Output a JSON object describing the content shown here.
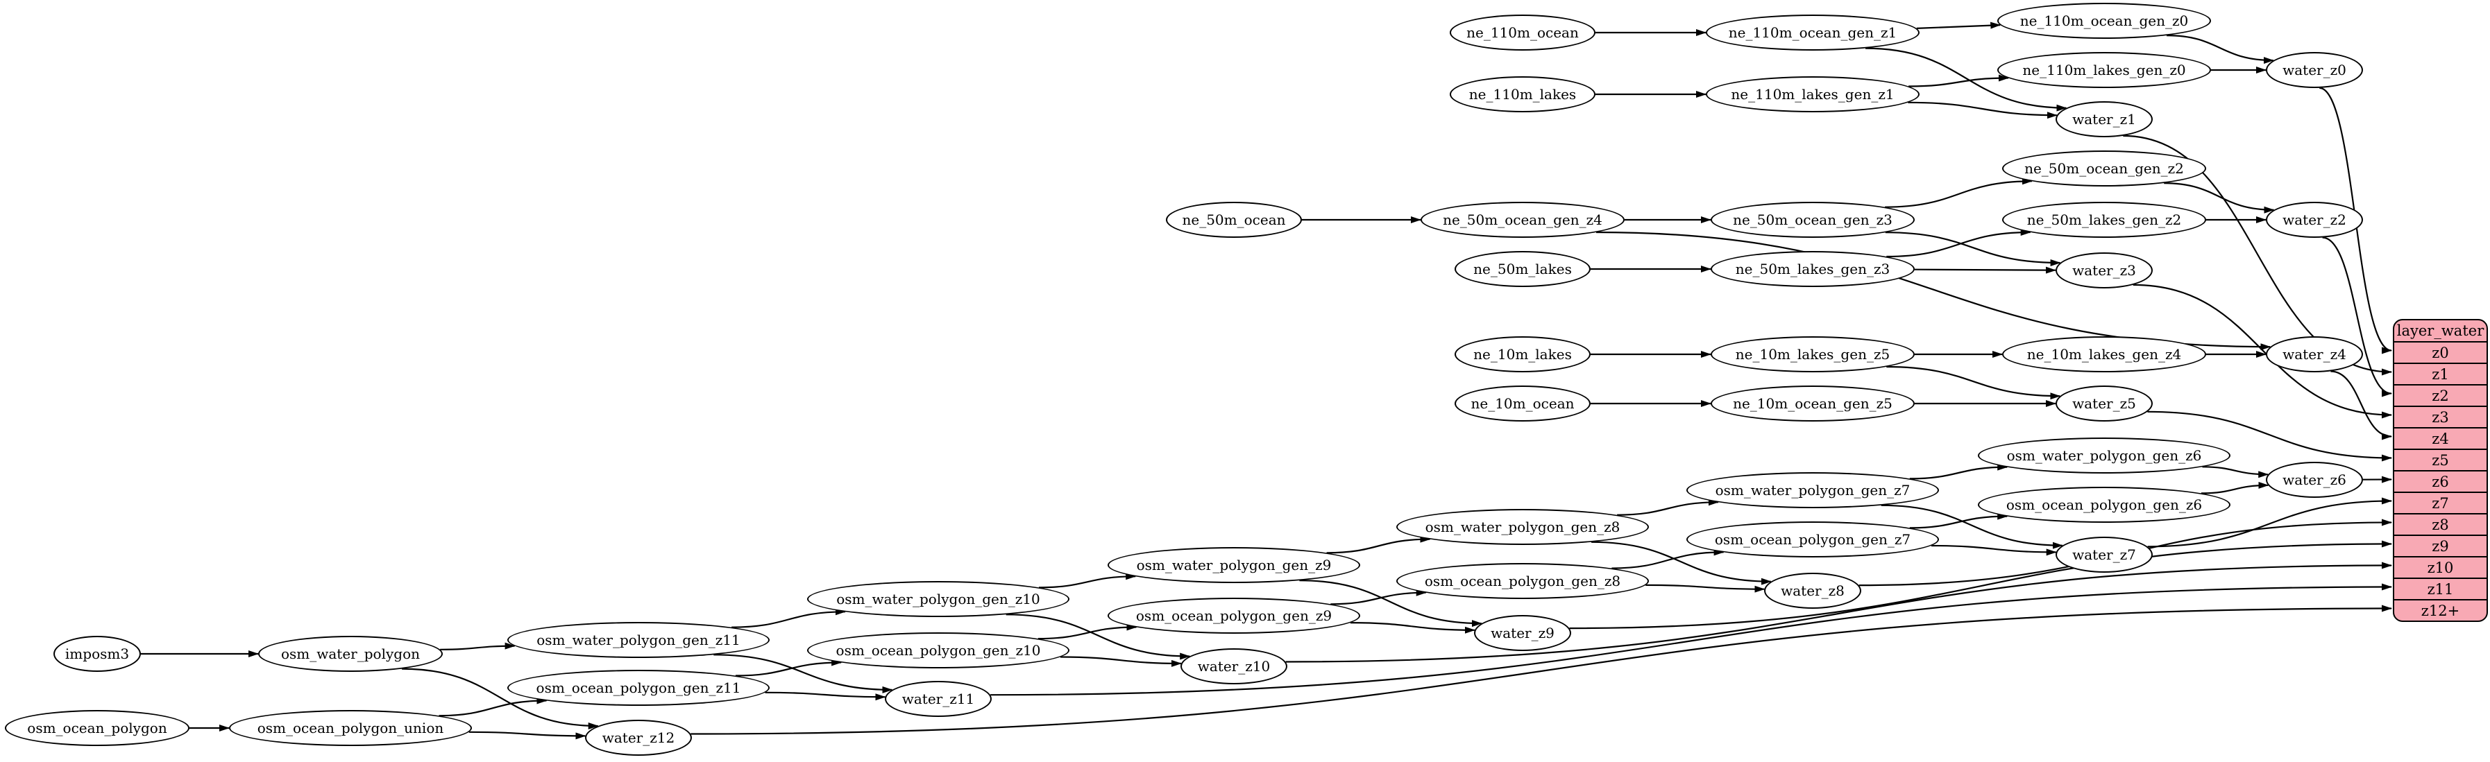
{
  "diagram": {
    "title_hint": "layer_water ETL graph",
    "colors": {
      "background": "#ffffff",
      "node_fill": "#ffffff",
      "stroke": "#000000",
      "table_fill": "#f8a9b4"
    },
    "nodes": [
      {
        "id": "ne_110m_ocean",
        "label": "ne_110m_ocean"
      },
      {
        "id": "ne_110m_ocean_gen_z1",
        "label": "ne_110m_ocean_gen_z1"
      },
      {
        "id": "ne_110m_ocean_gen_z0",
        "label": "ne_110m_ocean_gen_z0"
      },
      {
        "id": "ne_110m_lakes",
        "label": "ne_110m_lakes"
      },
      {
        "id": "ne_110m_lakes_gen_z1",
        "label": "ne_110m_lakes_gen_z1"
      },
      {
        "id": "ne_110m_lakes_gen_z0",
        "label": "ne_110m_lakes_gen_z0"
      },
      {
        "id": "water_z0",
        "label": "water_z0"
      },
      {
        "id": "water_z1",
        "label": "water_z1"
      },
      {
        "id": "ne_50m_ocean",
        "label": "ne_50m_ocean"
      },
      {
        "id": "ne_50m_ocean_gen_z4",
        "label": "ne_50m_ocean_gen_z4"
      },
      {
        "id": "ne_50m_ocean_gen_z3",
        "label": "ne_50m_ocean_gen_z3"
      },
      {
        "id": "ne_50m_ocean_gen_z2",
        "label": "ne_50m_ocean_gen_z2"
      },
      {
        "id": "ne_50m_lakes",
        "label": "ne_50m_lakes"
      },
      {
        "id": "ne_50m_lakes_gen_z3",
        "label": "ne_50m_lakes_gen_z3"
      },
      {
        "id": "ne_50m_lakes_gen_z2",
        "label": "ne_50m_lakes_gen_z2"
      },
      {
        "id": "water_z2",
        "label": "water_z2"
      },
      {
        "id": "water_z3",
        "label": "water_z3"
      },
      {
        "id": "ne_10m_lakes",
        "label": "ne_10m_lakes"
      },
      {
        "id": "ne_10m_lakes_gen_z5",
        "label": "ne_10m_lakes_gen_z5"
      },
      {
        "id": "ne_10m_lakes_gen_z4",
        "label": "ne_10m_lakes_gen_z4"
      },
      {
        "id": "water_z4",
        "label": "water_z4"
      },
      {
        "id": "ne_10m_ocean",
        "label": "ne_10m_ocean"
      },
      {
        "id": "ne_10m_ocean_gen_z5",
        "label": "ne_10m_ocean_gen_z5"
      },
      {
        "id": "water_z5",
        "label": "water_z5"
      },
      {
        "id": "osm_water_polygon_gen_z6",
        "label": "osm_water_polygon_gen_z6"
      },
      {
        "id": "osm_ocean_polygon_gen_z6",
        "label": "osm_ocean_polygon_gen_z6"
      },
      {
        "id": "water_z6",
        "label": "water_z6"
      },
      {
        "id": "osm_water_polygon_gen_z7",
        "label": "osm_water_polygon_gen_z7"
      },
      {
        "id": "osm_ocean_polygon_gen_z7",
        "label": "osm_ocean_polygon_gen_z7"
      },
      {
        "id": "water_z7",
        "label": "water_z7"
      },
      {
        "id": "osm_water_polygon_gen_z8",
        "label": "osm_water_polygon_gen_z8"
      },
      {
        "id": "osm_ocean_polygon_gen_z8",
        "label": "osm_ocean_polygon_gen_z8"
      },
      {
        "id": "water_z8",
        "label": "water_z8"
      },
      {
        "id": "osm_water_polygon_gen_z9",
        "label": "osm_water_polygon_gen_z9"
      },
      {
        "id": "osm_ocean_polygon_gen_z9",
        "label": "osm_ocean_polygon_gen_z9"
      },
      {
        "id": "water_z9",
        "label": "water_z9"
      },
      {
        "id": "osm_water_polygon_gen_z10",
        "label": "osm_water_polygon_gen_z10"
      },
      {
        "id": "osm_ocean_polygon_gen_z10",
        "label": "osm_ocean_polygon_gen_z10"
      },
      {
        "id": "water_z10",
        "label": "water_z10"
      },
      {
        "id": "osm_water_polygon_gen_z11",
        "label": "osm_water_polygon_gen_z11"
      },
      {
        "id": "osm_ocean_polygon_gen_z11",
        "label": "osm_ocean_polygon_gen_z11"
      },
      {
        "id": "water_z11",
        "label": "water_z11"
      },
      {
        "id": "water_z12",
        "label": "water_z12"
      },
      {
        "id": "imposm3",
        "label": "imposm3"
      },
      {
        "id": "osm_water_polygon",
        "label": "osm_water_polygon"
      },
      {
        "id": "osm_ocean_polygon",
        "label": "osm_ocean_polygon"
      },
      {
        "id": "osm_ocean_polygon_union",
        "label": "osm_ocean_polygon_union"
      }
    ],
    "edges": [
      [
        "ne_110m_ocean",
        "ne_110m_ocean_gen_z1"
      ],
      [
        "ne_110m_ocean_gen_z1",
        "ne_110m_ocean_gen_z0"
      ],
      [
        "ne_110m_ocean_gen_z1",
        "water_z1"
      ],
      [
        "ne_110m_ocean_gen_z0",
        "water_z0"
      ],
      [
        "ne_110m_lakes",
        "ne_110m_lakes_gen_z1"
      ],
      [
        "ne_110m_lakes_gen_z1",
        "ne_110m_lakes_gen_z0"
      ],
      [
        "ne_110m_lakes_gen_z1",
        "water_z1"
      ],
      [
        "ne_110m_lakes_gen_z0",
        "water_z0"
      ],
      [
        "water_z0",
        "row:z0"
      ],
      [
        "water_z1",
        "row:z1"
      ],
      [
        "ne_50m_ocean",
        "ne_50m_ocean_gen_z4"
      ],
      [
        "ne_50m_ocean_gen_z4",
        "ne_50m_ocean_gen_z3"
      ],
      [
        "ne_50m_ocean_gen_z4",
        "water_z4"
      ],
      [
        "ne_50m_ocean_gen_z3",
        "ne_50m_ocean_gen_z2"
      ],
      [
        "ne_50m_ocean_gen_z3",
        "water_z3"
      ],
      [
        "ne_50m_ocean_gen_z2",
        "water_z2"
      ],
      [
        "ne_50m_lakes",
        "ne_50m_lakes_gen_z3"
      ],
      [
        "ne_50m_lakes_gen_z3",
        "ne_50m_lakes_gen_z2"
      ],
      [
        "ne_50m_lakes_gen_z3",
        "water_z3"
      ],
      [
        "ne_50m_lakes_gen_z2",
        "water_z2"
      ],
      [
        "water_z2",
        "row:z2"
      ],
      [
        "water_z3",
        "row:z3"
      ],
      [
        "ne_10m_lakes",
        "ne_10m_lakes_gen_z5"
      ],
      [
        "ne_10m_lakes_gen_z5",
        "ne_10m_lakes_gen_z4"
      ],
      [
        "ne_10m_lakes_gen_z5",
        "water_z5"
      ],
      [
        "ne_10m_lakes_gen_z4",
        "water_z4"
      ],
      [
        "ne_10m_ocean",
        "ne_10m_ocean_gen_z5"
      ],
      [
        "ne_10m_ocean_gen_z5",
        "water_z5"
      ],
      [
        "water_z4",
        "row:z4"
      ],
      [
        "water_z5",
        "row:z5"
      ],
      [
        "osm_water_polygon_gen_z6",
        "water_z6"
      ],
      [
        "osm_ocean_polygon_gen_z6",
        "water_z6"
      ],
      [
        "water_z6",
        "row:z6"
      ],
      [
        "osm_water_polygon_gen_z7",
        "osm_water_polygon_gen_z6"
      ],
      [
        "osm_water_polygon_gen_z7",
        "water_z7"
      ],
      [
        "osm_ocean_polygon_gen_z7",
        "osm_ocean_polygon_gen_z6"
      ],
      [
        "osm_ocean_polygon_gen_z7",
        "water_z7"
      ],
      [
        "water_z7",
        "row:z7"
      ],
      [
        "osm_water_polygon_gen_z8",
        "osm_water_polygon_gen_z7"
      ],
      [
        "osm_water_polygon_gen_z8",
        "water_z8"
      ],
      [
        "osm_ocean_polygon_gen_z8",
        "osm_ocean_polygon_gen_z7"
      ],
      [
        "osm_ocean_polygon_gen_z8",
        "water_z8"
      ],
      [
        "water_z8",
        "row:z8"
      ],
      [
        "osm_water_polygon_gen_z9",
        "osm_water_polygon_gen_z8"
      ],
      [
        "osm_water_polygon_gen_z9",
        "water_z9"
      ],
      [
        "osm_ocean_polygon_gen_z9",
        "osm_ocean_polygon_gen_z8"
      ],
      [
        "osm_ocean_polygon_gen_z9",
        "water_z9"
      ],
      [
        "water_z9",
        "row:z9"
      ],
      [
        "osm_water_polygon_gen_z10",
        "osm_water_polygon_gen_z9"
      ],
      [
        "osm_water_polygon_gen_z10",
        "water_z10"
      ],
      [
        "osm_ocean_polygon_gen_z10",
        "osm_ocean_polygon_gen_z9"
      ],
      [
        "osm_ocean_polygon_gen_z10",
        "water_z10"
      ],
      [
        "water_z10",
        "row:z10"
      ],
      [
        "osm_water_polygon_gen_z11",
        "osm_water_polygon_gen_z10"
      ],
      [
        "osm_water_polygon_gen_z11",
        "water_z11"
      ],
      [
        "osm_ocean_polygon_gen_z11",
        "osm_ocean_polygon_gen_z10"
      ],
      [
        "osm_ocean_polygon_gen_z11",
        "water_z11"
      ],
      [
        "water_z11",
        "row:z11"
      ],
      [
        "imposm3",
        "osm_water_polygon"
      ],
      [
        "osm_water_polygon",
        "osm_water_polygon_gen_z11"
      ],
      [
        "osm_water_polygon",
        "water_z12"
      ],
      [
        "osm_ocean_polygon",
        "osm_ocean_polygon_union"
      ],
      [
        "osm_ocean_polygon_union",
        "osm_ocean_polygon_gen_z11"
      ],
      [
        "osm_ocean_polygon_union",
        "water_z12"
      ],
      [
        "water_z12",
        "row:z12+"
      ]
    ],
    "table": {
      "title": "layer_water",
      "rows": [
        "z0",
        "z1",
        "z2",
        "z3",
        "z4",
        "z5",
        "z6",
        "z7",
        "z8",
        "z9",
        "z10",
        "z11",
        "z12+"
      ]
    }
  }
}
